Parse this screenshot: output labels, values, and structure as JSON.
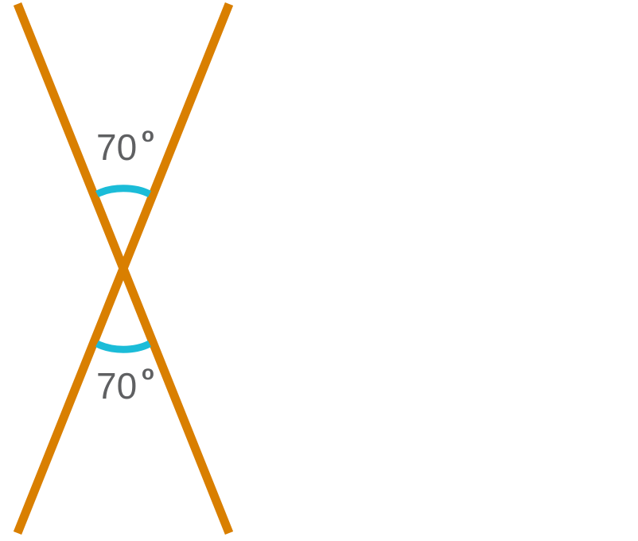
{
  "colors": {
    "line": "#d97f00",
    "arc": "#1bbcd8",
    "text": "#5f6062",
    "background": "#ffffff"
  },
  "angles": {
    "top": {
      "value": "70",
      "unit": "o"
    },
    "bottom": {
      "value": "70",
      "unit": "o"
    }
  }
}
